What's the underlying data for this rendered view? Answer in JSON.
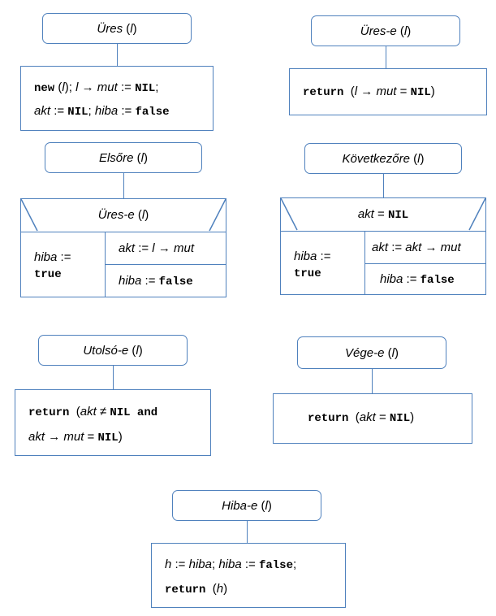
{
  "ures": {
    "header": {
      "name": "Üres",
      "arg": "l"
    },
    "line1": {
      "kw_new": "new",
      "arg": "l",
      "ptr": "l",
      "arrow": "→",
      "mut": "mut",
      "assign": ":=",
      "nil": "NIL"
    },
    "line2": {
      "akt": "akt",
      "assign": ":=",
      "nil": "NIL",
      "hiba": "hiba",
      "false": "false"
    }
  },
  "urese": {
    "header": {
      "name": "Üres-e",
      "arg": "l"
    },
    "body": {
      "return": "return",
      "l": "l",
      "arrow": "→",
      "mut": "mut",
      "eq": "=",
      "nil": "NIL"
    }
  },
  "elsore": {
    "header": {
      "name": "Elsőre",
      "arg": "l"
    },
    "cond": {
      "name": "Üres-e",
      "arg": "l"
    },
    "left": {
      "hiba": "hiba",
      "assign": ":=",
      "true": "true"
    },
    "right1": {
      "akt": "akt",
      "assign": ":=",
      "l": "l",
      "arrow": "→",
      "mut": "mut"
    },
    "right2": {
      "hiba": "hiba",
      "assign": ":=",
      "false": "false"
    }
  },
  "kovetkezore": {
    "header": {
      "name": "Következőre",
      "arg": "l"
    },
    "cond": {
      "akt": "akt",
      "eq": "=",
      "nil": "NIL"
    },
    "left": {
      "hiba": "hiba",
      "assign": ":=",
      "true": "true"
    },
    "right1": {
      "akt": "akt",
      "assign": ":=",
      "akt2": "akt",
      "arrow": "→",
      "mut": "mut"
    },
    "right2": {
      "hiba": "hiba",
      "assign": ":=",
      "false": "false"
    }
  },
  "utolsoe": {
    "header": {
      "name": "Utolsó-e",
      "arg": "l"
    },
    "line1": {
      "return": "return",
      "akt": "akt",
      "neq": "≠",
      "nil": "NIL",
      "and": "and"
    },
    "line2": {
      "akt": "akt",
      "arrow": "→",
      "mut": "mut",
      "eq": "=",
      "nil": "NIL"
    }
  },
  "vegee": {
    "header": {
      "name": "Vége-e",
      "arg": "l"
    },
    "body": {
      "return": "return",
      "akt": "akt",
      "eq": "=",
      "nil": "NIL"
    }
  },
  "hibae": {
    "header": {
      "name": "Hiba-e",
      "arg": "l"
    },
    "line1": {
      "h": "h",
      "assign": ":=",
      "hiba": "hiba",
      "hiba2": "hiba",
      "assign2": ":=",
      "false": "false"
    },
    "line2": {
      "return": "return",
      "h": "h"
    }
  },
  "colors": {
    "border": "#4f81bd",
    "text": "#000000"
  }
}
